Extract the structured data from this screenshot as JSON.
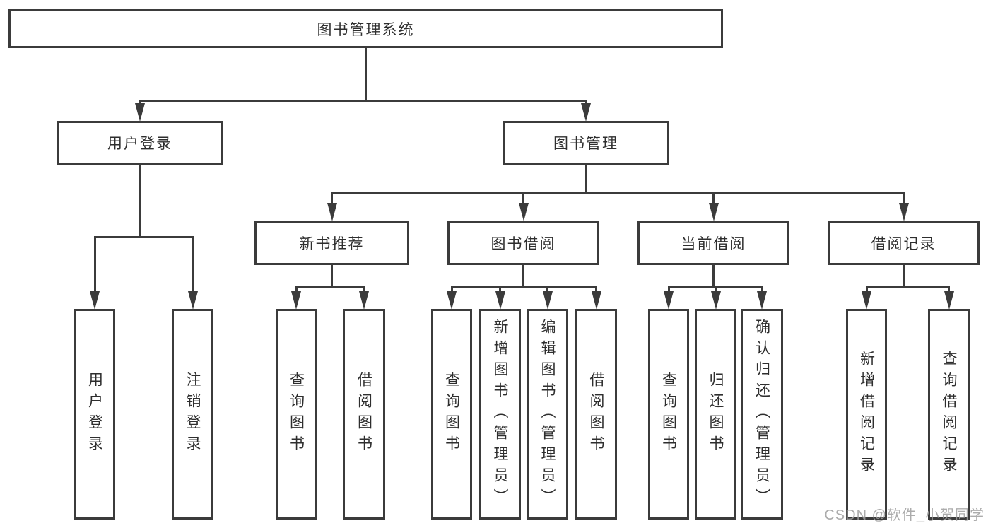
{
  "diagram": {
    "title": "图书管理系统",
    "watermark": "CSDN @软件_小贺同学",
    "colors": {
      "line": "#3b3b3b",
      "text": "#2e2e2e",
      "watermark": "#9e9e9e",
      "background": "#ffffff"
    },
    "nodes": {
      "root": "图书管理系统",
      "user_login": "用户登录",
      "book_mgmt": "图书管理",
      "user_login_leaf": "用户登录",
      "logout_leaf": "注销登录",
      "new_book_rec": "新书推荐",
      "book_borrow": "图书借阅",
      "current_borrow": "当前借阅",
      "borrow_records": "借阅记录",
      "query_books_1": "查询图书",
      "borrow_books_1": "借阅图书",
      "query_books_2": "查询图书",
      "add_books": "新增图书（管理员）",
      "edit_books": "编辑图书（管理员）",
      "borrow_books_2": "借阅图书",
      "query_books_3": "查询图书",
      "return_books": "归还图书",
      "confirm_return": "确认归还（管理员）",
      "add_borrow_record": "新增借阅记录",
      "query_borrow_record": "查询借阅记录"
    }
  }
}
